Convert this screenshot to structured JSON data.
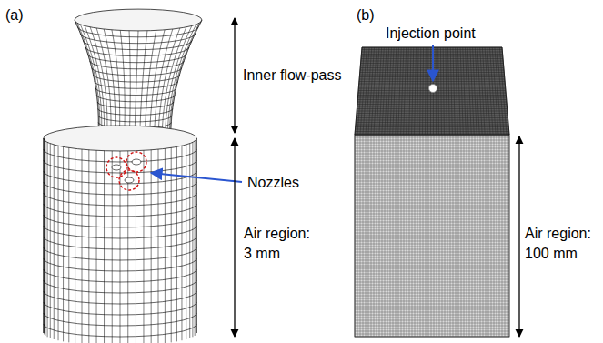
{
  "diagram": {
    "labels": [
      "(a)",
      "(b)",
      "Inner flow-pass",
      "Nozzles",
      "Air region: 3 mm",
      "Injection point",
      "Air region: 100 mm"
    ]
  }
}
